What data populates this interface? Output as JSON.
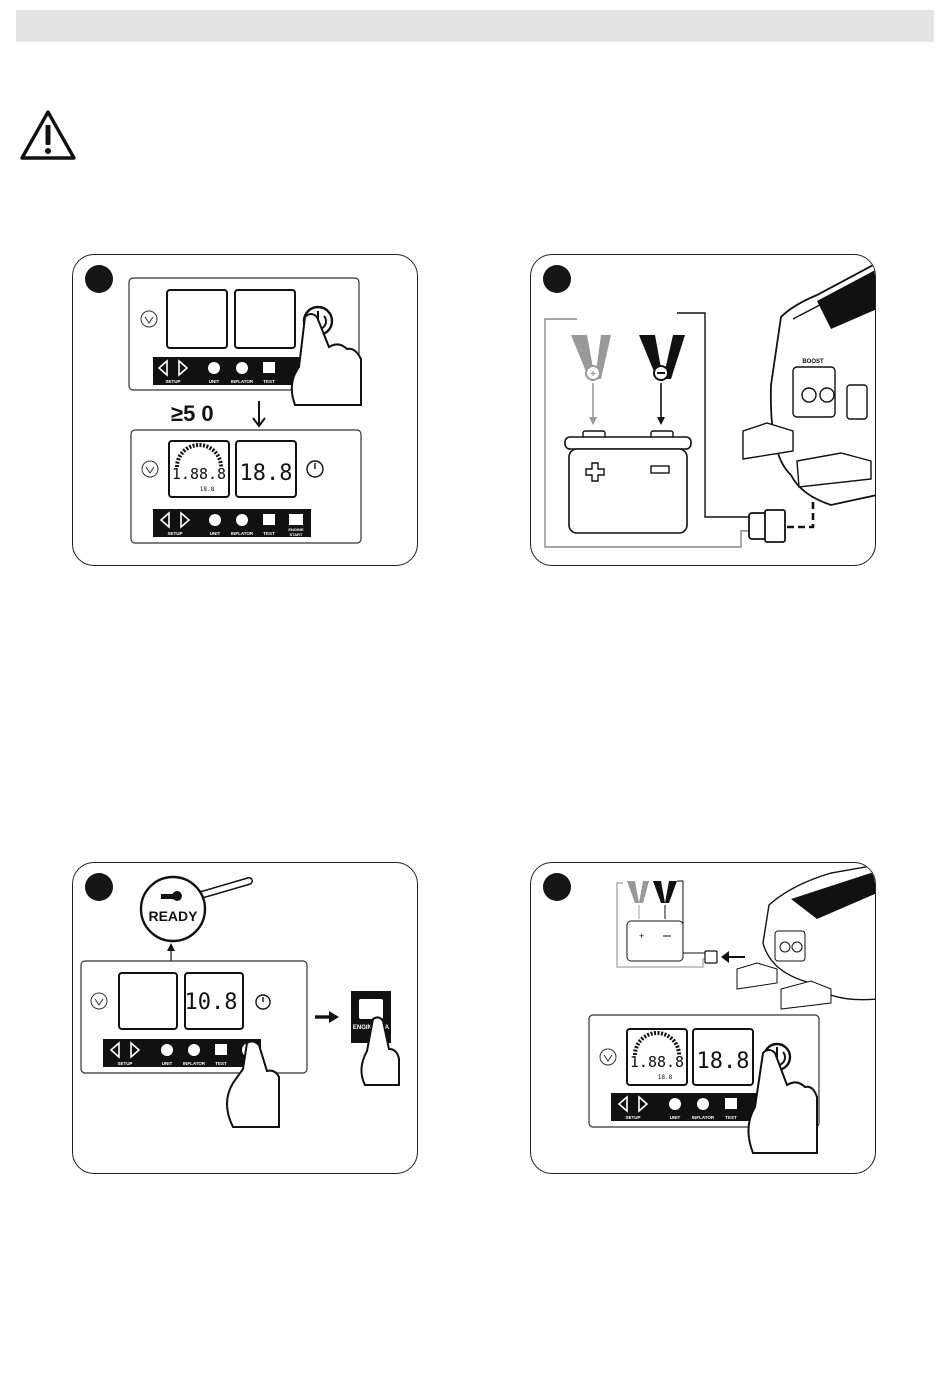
{
  "controls": {
    "setup": "SETUP",
    "unit": "UNIT",
    "inflator": "INFLATOR",
    "test": "TEST",
    "engine": "ENGINE",
    "start": "START",
    "engine_start_partial": "ENGINE STA"
  },
  "displays": {
    "left_readout": "1.88.8",
    "left_sub": "18.8",
    "right_readout": "18.8",
    "ready_voltage": "10.8"
  },
  "panel1": {
    "hold_text": "≥5 0"
  },
  "panel2": {
    "boost_label": "BOOST"
  },
  "panel3": {
    "ready_text": "READY"
  }
}
